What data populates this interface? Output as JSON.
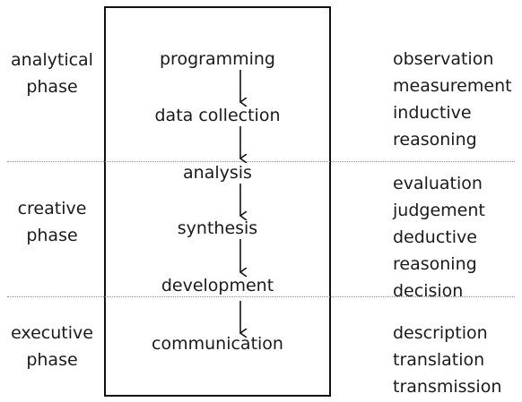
{
  "steps": [
    "programming",
    "data collection",
    "analysis",
    "synthesis",
    "development",
    "communication"
  ],
  "phases": [
    {
      "name": [
        "analytical",
        "phase"
      ],
      "attributes": [
        "observation",
        "measurement",
        "inductive",
        "reasoning"
      ]
    },
    {
      "name": [
        "creative",
        "phase"
      ],
      "attributes": [
        "evaluation",
        "judgement",
        "deductive",
        "reasoning",
        "decision"
      ]
    },
    {
      "name": [
        "executive",
        "phase"
      ],
      "attributes": [
        "description",
        "translation",
        "transmission"
      ]
    }
  ],
  "colors": {
    "line": "#111111",
    "divider": "#8a8a8a",
    "text": "#1a1a1a"
  }
}
